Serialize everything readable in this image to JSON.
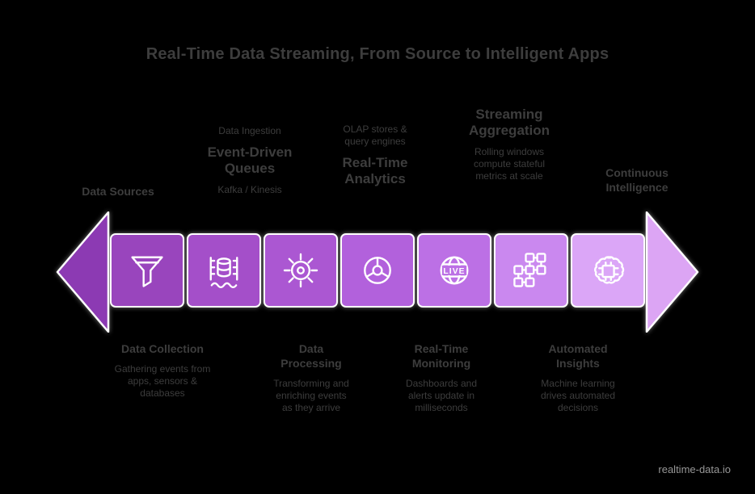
{
  "title": "Real-Time Data Streaming, From Source to Intelligent Apps",
  "watermark": "realtime-data.io",
  "colors": {
    "background": "#000000",
    "text": "#3d3d3d",
    "watermark": "#979797",
    "icon_stroke": "#ffffff",
    "arrow_left": "#8c3ab3",
    "arrow_right": "#dca5f4"
  },
  "steps": [
    {
      "icon": "filter-funnel-icon",
      "color": "#9945bd"
    },
    {
      "icon": "data-lake-icon",
      "color": "#a44fc9"
    },
    {
      "icon": "processing-gear-icon",
      "color": "#ab57d2"
    },
    {
      "icon": "wheel-chart-icon",
      "color": "#b261dc"
    },
    {
      "icon": "live-globe-icon",
      "color": "#bc70e5",
      "label": "LIVE"
    },
    {
      "icon": "workflow-blocks-icon",
      "color": "#ca88ef"
    },
    {
      "icon": "ai-brain-chip-icon",
      "color": "#dba6f7"
    }
  ],
  "annotations_above": [
    {
      "lines": [
        {
          "t": "Data Sources",
          "s": "h"
        }
      ]
    },
    {
      "lines": [
        {
          "t": "Data Ingestion",
          "s": "s"
        },
        {
          "t": "Event-Driven",
          "s": "b",
          "gap": true
        },
        {
          "t": "Queues",
          "s": "b"
        },
        {
          "t": "Kafka / Kinesis",
          "s": "s",
          "gap": true
        }
      ]
    },
    {
      "lines": [
        {
          "t": "OLAP stores &",
          "s": "s"
        },
        {
          "t": "query engines",
          "s": "s"
        },
        {
          "t": "Real-Time",
          "s": "b",
          "gap": true
        },
        {
          "t": "Analytics",
          "s": "b"
        }
      ]
    },
    {
      "lines": [
        {
          "t": "Streaming",
          "s": "b"
        },
        {
          "t": "Aggregation",
          "s": "b"
        },
        {
          "t": "Rolling windows",
          "s": "s",
          "gap": true
        },
        {
          "t": "compute stateful",
          "s": "s"
        },
        {
          "t": "metrics at scale",
          "s": "s"
        }
      ]
    },
    {
      "lines": [
        {
          "t": "Continuous",
          "s": "h"
        },
        {
          "t": "Intelligence",
          "s": "h"
        }
      ]
    }
  ],
  "annotations_below": [
    {
      "lines": [
        {
          "t": "Data Collection",
          "s": "h"
        },
        {
          "t": "Gathering events from",
          "s": "s",
          "gap": true
        },
        {
          "t": "apps, sensors &",
          "s": "s"
        },
        {
          "t": "databases",
          "s": "s"
        }
      ]
    },
    {
      "lines": [
        {
          "t": "Data",
          "s": "h"
        },
        {
          "t": "Processing",
          "s": "h"
        },
        {
          "t": "Transforming and",
          "s": "s",
          "gap": true
        },
        {
          "t": "enriching events",
          "s": "s"
        },
        {
          "t": "as they arrive",
          "s": "s"
        }
      ]
    },
    {
      "lines": [
        {
          "t": "Real-Time",
          "s": "h"
        },
        {
          "t": "Monitoring",
          "s": "h"
        },
        {
          "t": "Dashboards and",
          "s": "s",
          "gap": true
        },
        {
          "t": "alerts update in",
          "s": "s"
        },
        {
          "t": "milliseconds",
          "s": "s"
        }
      ]
    },
    {
      "lines": [
        {
          "t": "Automated",
          "s": "h"
        },
        {
          "t": "Insights",
          "s": "h"
        },
        {
          "t": "Machine learning",
          "s": "s",
          "gap": true
        },
        {
          "t": "drives automated",
          "s": "s"
        },
        {
          "t": "decisions",
          "s": "s"
        }
      ]
    }
  ]
}
